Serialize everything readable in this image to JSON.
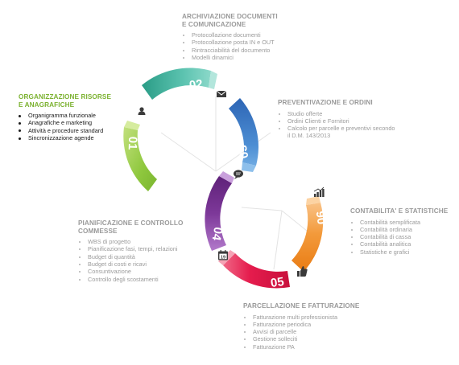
{
  "sections": [
    {
      "key": "s01",
      "number": "01",
      "title": [
        "ORGANIZZAZIONE RISORSE",
        "E ANAGRAFICHE"
      ],
      "items": [
        "Organigramma funzionale",
        "Anagrafiche e marketing",
        "Attività e procedure standard",
        "Sincronizzazione agende"
      ],
      "color": "#8fc83e",
      "color_light": "#b9dc6f",
      "icon": "user-icon",
      "active": true
    },
    {
      "key": "s02",
      "number": "02",
      "title": [
        "ARCHIVIAZIONE DOCUMENTI",
        "E COMUNICAZIONE"
      ],
      "items": [
        "Protocollazione documenti",
        "Protocollazione posta IN e OUT",
        "Rintracciabilità del documento",
        "Modelli dinamici"
      ],
      "color": "#1f9a83",
      "color_light": "#66c7b6",
      "icon": "envelope-icon",
      "active": false
    },
    {
      "key": "s03",
      "number": "03",
      "title": [
        "PREVENTIVAZIONE E ORDINI"
      ],
      "items": [
        "Studio offerte",
        "Ordini Clienti e Fornitori",
        "Calcolo per parcelle e preventivi secondo il D.M. 143/2013"
      ],
      "color": "#2b64b3",
      "color_light": "#5a9ad8",
      "icon": "speech-bubble-icon",
      "active": false
    },
    {
      "key": "s04",
      "number": "04",
      "title": [
        "PIANIFICAZIONE E CONTROLLO",
        "COMMESSE"
      ],
      "items": [
        "WBS di progetto",
        "Pianificazione fasi, tempi, relazioni",
        "Budget di quantità",
        "Budget di costi e ricavi",
        "Consuntivazione",
        "Controllo degli scostamenti"
      ],
      "color": "#6b2a88",
      "color_light": "#a35fc0",
      "icon": "calendar-icon",
      "active": false
    },
    {
      "key": "s05",
      "number": "05",
      "title": [
        "PARCELLAZIONE E FATTURAZIONE"
      ],
      "items": [
        "Fatturazione multi professionista",
        "Fatturazione periodica",
        "Avvisi di parcelle",
        "Gestione solleciti",
        "Fatturazione PA"
      ],
      "color": "#e5194b",
      "color_light": "#f0617f",
      "icon": "thumbs-up-icon",
      "active": false
    },
    {
      "key": "s06",
      "number": "06",
      "title": [
        "CONTABILITA' E STATISTICHE"
      ],
      "items": [
        "Contabilità semplificata",
        "Contabilità ordinaria",
        "Contabilità di cassa",
        "Contabilità analitica",
        "Statistiche e grafici"
      ],
      "color": "#f08a22",
      "color_light": "#f8b86a",
      "icon": "bar-chart-icon",
      "active": false
    }
  ],
  "calendar_icon_text": "19"
}
